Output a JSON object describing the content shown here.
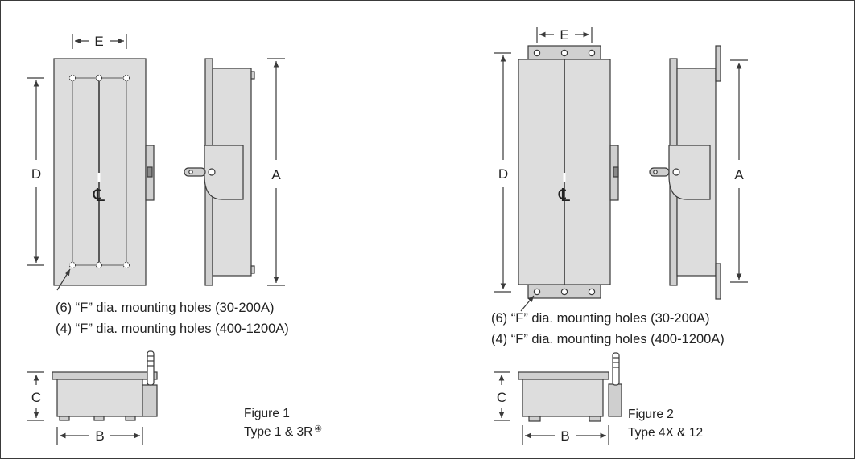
{
  "colors": {
    "body_fill": "#dddddd",
    "lid_fill": "#d0d0d0",
    "line": "#3a3a3a",
    "text": "#222222",
    "background": "#ffffff"
  },
  "dimension_labels": {
    "a": "A",
    "b": "B",
    "c": "C",
    "d": "D",
    "e": "E"
  },
  "centerline_symbol": "℄",
  "figure1": {
    "note_line1": "(6) “F” dia. mounting holes  (30-200A)",
    "note_line2": "(4) “F” dia. mounting holes  (400-1200A)",
    "caption_line1": "Figure 1",
    "caption_line2": "Type 1 & 3R",
    "footnote_mark": "④"
  },
  "figure2": {
    "note_line1": "(6) “F” dia. mounting holes (30-200A)",
    "note_line2": "(4) “F” dia. mounting holes  (400-1200A)",
    "caption_line1": "Figure 2",
    "caption_line2": "Type 4X & 12"
  }
}
